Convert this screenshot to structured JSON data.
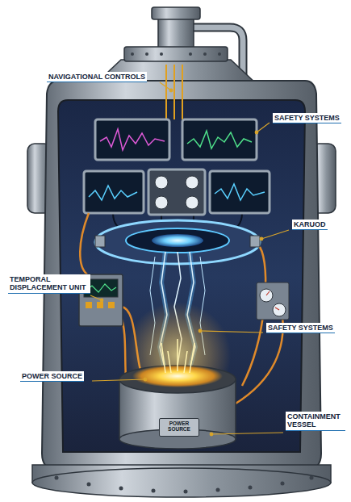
{
  "diagram": {
    "nodes": [
      {
        "text": [
          "POWER SOURCE"
        ]
      }
    ],
    "labels": [
      "NAVIGATIONAL CONTROLS",
      "SAFETY SYSTEMS",
      "KARUOD",
      "TEMPORAL DISPLACEMENT UNIT",
      "SAFETY SYSTEMS",
      "POWER SOURCE",
      "CONTAINMENT VESSEL"
    ]
  }
}
